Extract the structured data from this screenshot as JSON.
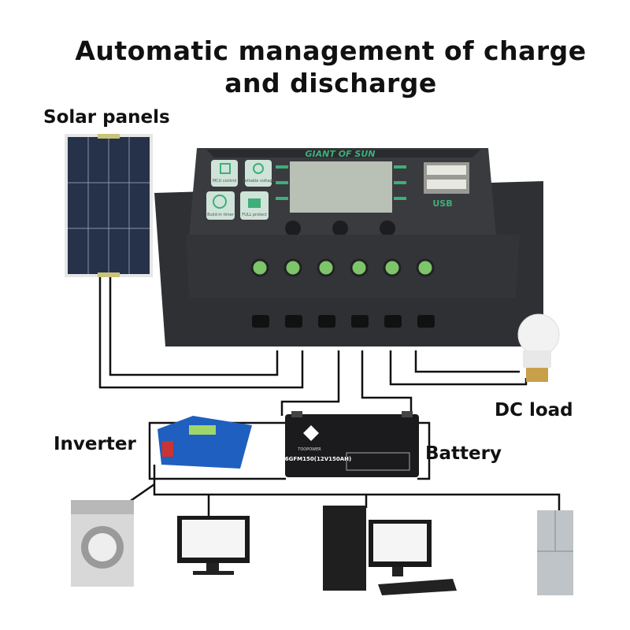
{
  "title": {
    "line1": "Automatic management of charge",
    "line2": "and discharge"
  },
  "labels": {
    "solar_panels": "Solar panels",
    "dc_load": "DC load",
    "inverter": "Inverter",
    "battery": "Battery"
  },
  "controller": {
    "brand": "GIANT OF SUN",
    "features": [
      "MCU control",
      "Settable voltage",
      "Build-in timer",
      "FULL protect"
    ],
    "usb_label": "USB",
    "terminal_count": 6
  },
  "battery_unit": {
    "brand": "TOOPOWER",
    "model": "6GFM150(12V150AH)"
  },
  "appliances": [
    "washing-machine",
    "monitor",
    "desktop-computer",
    "refrigerator"
  ],
  "colors": {
    "accent_green": "#3fae7a",
    "controller_body": "#3a3b3e",
    "panel_blue": "#24324a",
    "inverter_blue": "#1f5fbf"
  }
}
